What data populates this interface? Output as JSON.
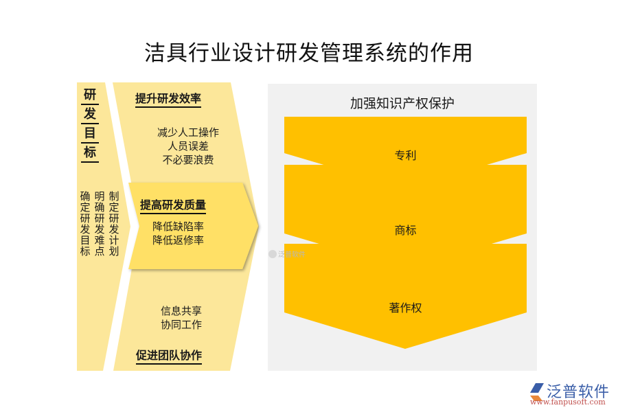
{
  "title": "洁具行业设计研发管理系统的作用",
  "left": {
    "heading_chars": [
      "研",
      "发",
      "目",
      "标"
    ],
    "columns": [
      [
        "确",
        "定",
        "研",
        "发",
        "目",
        "标"
      ],
      [
        "明",
        "确",
        "研",
        "发",
        "难",
        "点"
      ],
      [
        "制",
        "定",
        "研",
        "发",
        "计",
        "划"
      ]
    ]
  },
  "middle": {
    "sections": [
      {
        "title": "提升研发效率",
        "lines": [
          "减少人工操作",
          "人员误差",
          "不必要浪费"
        ]
      },
      {
        "title": "提高研发质量",
        "lines": [
          "降低缺陷率",
          "降低返修率"
        ]
      },
      {
        "title": "促进团队协作",
        "lines": [
          "信息共享",
          "协同工作"
        ]
      }
    ]
  },
  "right": {
    "title": "加强知识产权保护",
    "items": [
      "专利",
      "商标",
      "著作权"
    ]
  },
  "watermark": "泛普软件",
  "logo": {
    "name": "泛普软件",
    "url": "www.fanpusoft.com"
  },
  "colors": {
    "light_yellow": "#FCE79A",
    "highlight_yellow": "#FFE066",
    "gold": "#FFC000",
    "panel_gray": "#F1F1F1"
  }
}
